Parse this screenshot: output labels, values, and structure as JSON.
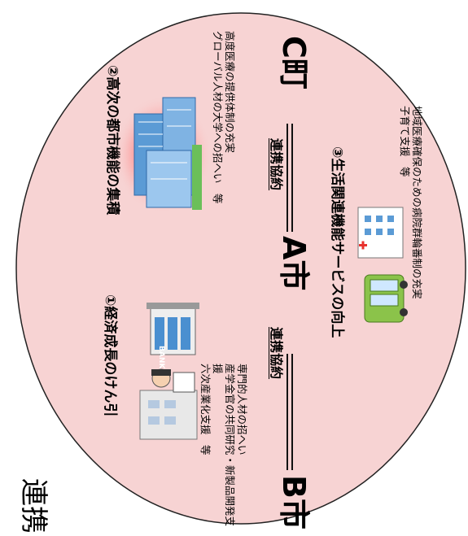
{
  "corner_title": "連携",
  "cities": {
    "b": "B市",
    "a": "A市",
    "c": "C町"
  },
  "agreement_labels": [
    "連携協約",
    "連携協約"
  ],
  "policies": {
    "p1": {
      "heading": "①経済成長のけん引",
      "details": [
        "専門的人材の招へい",
        "産学金官の共同研究・新製品開発支援",
        "六次産業化支援　等"
      ],
      "bank_sign": "BANK"
    },
    "p2": {
      "heading": "②高次の都市機能の集積",
      "details": [
        "高度医療の提供体制の充実",
        "グローバル人材の大学への招へい　等"
      ]
    },
    "p3": {
      "heading": "③生活関連機能サービスの向上",
      "details": [
        "地域医療確保のための病院群輪番制の充実",
        "子育て支援　等"
      ]
    }
  },
  "colors": {
    "circle_fill": "#f7d3d3",
    "accent_red": "#e8322e",
    "building_blue": "#5b9bd5",
    "bus_green": "#8bc34a"
  }
}
